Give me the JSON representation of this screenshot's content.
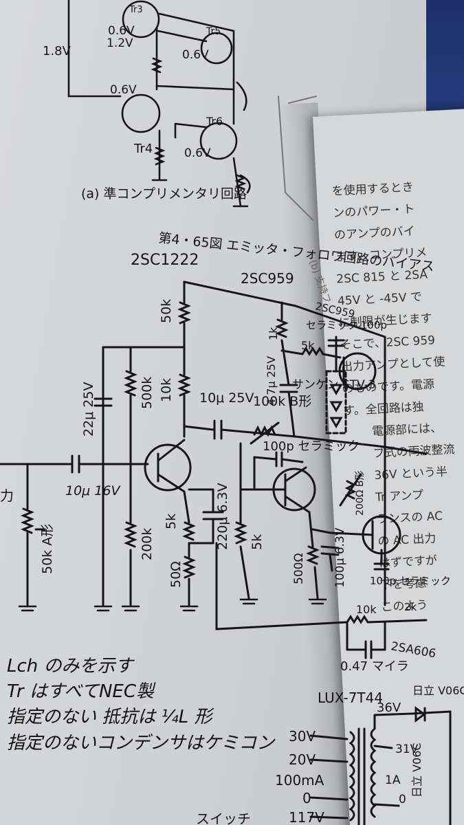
{
  "top_circuit": {
    "labels": [
      "Tr3",
      "Tr5",
      "Tr4",
      "Tr6",
      "1.8V",
      "0.6V",
      "1.2V",
      "0.6V",
      "0.6V",
      "0.6V"
    ],
    "caption_a": "(a) 準コンプリメンタリ回路",
    "figure_caption": "第4・65図 エミッタ・フォロワ回路のバイアス",
    "caption_b": "(b) 支持フ"
  },
  "main_circuit": {
    "parts": {
      "q1": "2SC1222",
      "q2": "2SC959",
      "q3": "2SC959",
      "r50k": "50k",
      "r10k": "10k",
      "r500k": "500k",
      "r200k": "200k",
      "r5k_a": "5k",
      "r50": "50Ω",
      "c22": "22μ 25V",
      "c10_16": "10μ 16V",
      "c10_25": "10μ 25V",
      "c220": "220μ 6.3V",
      "vr50k": "50k A形",
      "vr100k": "100k B形",
      "r1k": "1k",
      "r5k_b": "5k",
      "c47": "4.7μ 25V",
      "diode": "サンケン STV-3",
      "c_ceramic_top": "セラミック 100p",
      "c100p": "100p セラミック",
      "r5k_c": "5k",
      "r500": "500Ω",
      "c100u": "100μ 6.3V",
      "vr200": "200Ω B形",
      "c100p_b": "100p セラミック",
      "r10k_b": "10k",
      "r2k": "2k",
      "q4": "2SA606",
      "c047": "0.47 マイラ",
      "input_label": "力"
    }
  },
  "notes": [
    "Lch のみを示す",
    "Tr はすべてNEC製",
    "指定のない 抵抗は ¼L 形",
    "指定のないコンデンサはケミコン"
  ],
  "power_supply": {
    "transformer": "LUX-7T44",
    "taps": [
      "30V",
      "20V",
      "100mA",
      "0",
      "117V"
    ],
    "secondary": [
      "36V",
      "31V",
      "1A",
      "0"
    ],
    "diode_top": "日立 V06C",
    "diode_bottom": "日立 V06C",
    "switch": "スイッチ"
  },
  "right_page": {
    "lines": [
      "を使用するとき",
      "ンのパワー・ト",
      "のアンプのバイ",
      "ます。コンプリメ",
      "2SC 815 と 2SA",
      "45V と -45V で",
      "に制限が生じます",
      "そこで、2SC 959",
      "出力アンプとして使",
      "のものです。電源",
      "す。全回路は独",
      "電源部には、",
      "ブ式の両波整流",
      "36V という半",
      "Tr アンプ",
      "ランスの AC",
      "の AC 出力",
      "はずですが",
      "下を考慮",
      "このよう"
    ]
  }
}
